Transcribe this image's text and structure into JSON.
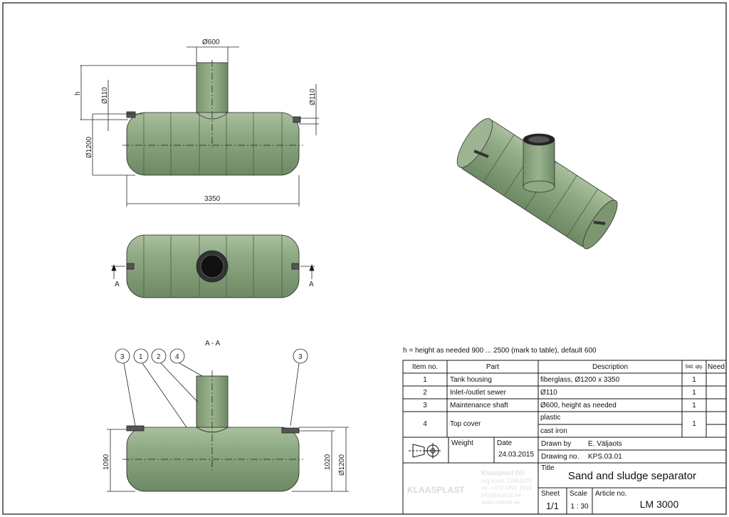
{
  "drawing": {
    "front_view": {
      "shaft_dia": "Ø600",
      "h_label": "h",
      "inlet_dia": "Ø110",
      "outlet_dia": "Ø110",
      "tank_dia": "Ø1200",
      "length": "3350"
    },
    "top_view": {
      "section_mark_left": "A",
      "section_mark_right": "A"
    },
    "section_view": {
      "title": "A - A",
      "balloons": [
        "3",
        "1",
        "2",
        "4",
        "3"
      ],
      "height_left": "1090",
      "height_right": "1020",
      "tank_dia": "Ø1200"
    }
  },
  "note": "h = height as needed 900 ... 2500 (mark to table), default 600",
  "table": {
    "headers": [
      "Item no.",
      "Part",
      "Description",
      "Std. qty.",
      "Need"
    ],
    "rows": [
      {
        "item": "1",
        "part": "Tank housing",
        "description": "fiberglass, Ø1200 x 3350",
        "qty": "1"
      },
      {
        "item": "2",
        "part": "Inlet-/outlet sewer",
        "description": "Ø110",
        "qty": "1"
      },
      {
        "item": "3",
        "part": "Maintenance shaft",
        "description": "Ø600, height as needed",
        "qty": "1"
      },
      {
        "item": "4",
        "part": "Top cover",
        "description": "plastic",
        "description2": "cast iron",
        "qty": "1"
      }
    ]
  },
  "title_block": {
    "weight_label": "Weight",
    "date_label": "Date",
    "date": "24.03.2015",
    "drawn_by_label": "Drawn by",
    "drawn_by": "E. Väljaots",
    "drawing_no_label": "Drawing no.",
    "drawing_no": "KPS.03.01",
    "title_label": "Title",
    "title": "Sand and sludge separator",
    "sheet_label": "Sheet",
    "sheet": "1/1",
    "scale_label": "Scale",
    "scale": "1 : 30",
    "article_label": "Article no.",
    "article": "LM 3000",
    "logo_text": "KLAASPLAST",
    "company": [
      "Klaasplast OÜ",
      "reg kood: 11862070",
      "tel: +372 5891 1914",
      "info@mahuti.ee",
      "www.mahuti.ee"
    ]
  },
  "colors": {
    "tank": "#8ea983",
    "tank_dark": "#5f7a58",
    "line": "#111111"
  }
}
